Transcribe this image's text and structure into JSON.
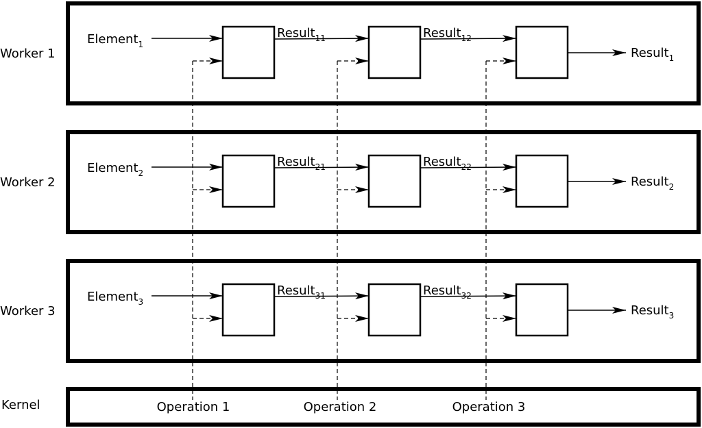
{
  "workers": [
    {
      "label": "Worker 1",
      "input": {
        "base": "Element",
        "sub": "1"
      },
      "intermediate": [
        {
          "base": "Result",
          "sub": "11"
        },
        {
          "base": "Result",
          "sub": "12"
        }
      ],
      "output": {
        "base": "Result",
        "sub": "1"
      }
    },
    {
      "label": "Worker 2",
      "input": {
        "base": "Element",
        "sub": "2"
      },
      "intermediate": [
        {
          "base": "Result",
          "sub": "21"
        },
        {
          "base": "Result",
          "sub": "22"
        }
      ],
      "output": {
        "base": "Result",
        "sub": "2"
      }
    },
    {
      "label": "Worker 3",
      "input": {
        "base": "Element",
        "sub": "3"
      },
      "intermediate": [
        {
          "base": "Result",
          "sub": "31"
        },
        {
          "base": "Result",
          "sub": "32"
        }
      ],
      "output": {
        "base": "Result",
        "sub": "3"
      }
    }
  ],
  "kernel": {
    "label": "Kernel",
    "operations": [
      "Operation 1",
      "Operation 2",
      "Operation 3"
    ]
  }
}
